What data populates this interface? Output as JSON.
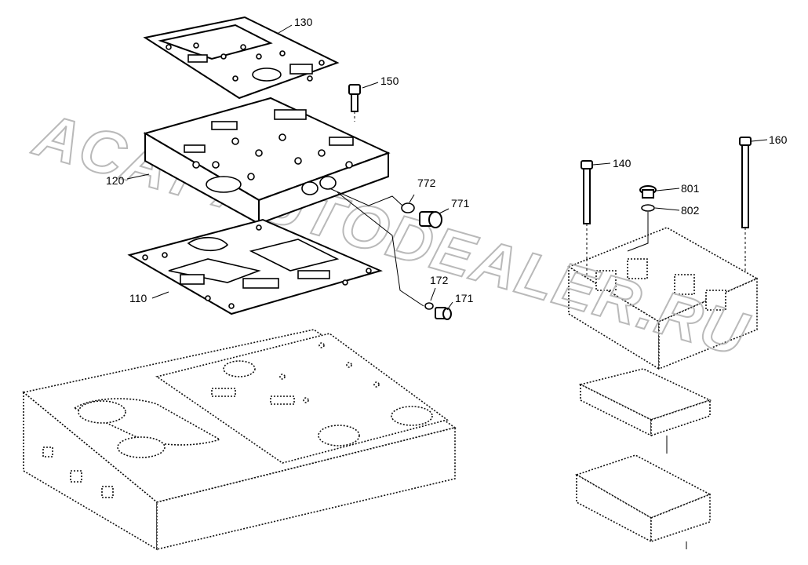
{
  "watermark": "ACAT AUTODEALER.RU",
  "callouts": [
    {
      "id": "130",
      "text": "130"
    },
    {
      "id": "150",
      "text": "150"
    },
    {
      "id": "120",
      "text": "120"
    },
    {
      "id": "772",
      "text": "772"
    },
    {
      "id": "771",
      "text": "771"
    },
    {
      "id": "110",
      "text": "110"
    },
    {
      "id": "172",
      "text": "172"
    },
    {
      "id": "171",
      "text": "171"
    },
    {
      "id": "140",
      "text": "140"
    },
    {
      "id": "160",
      "text": "160"
    },
    {
      "id": "801",
      "text": "801"
    },
    {
      "id": "802",
      "text": "802"
    }
  ]
}
